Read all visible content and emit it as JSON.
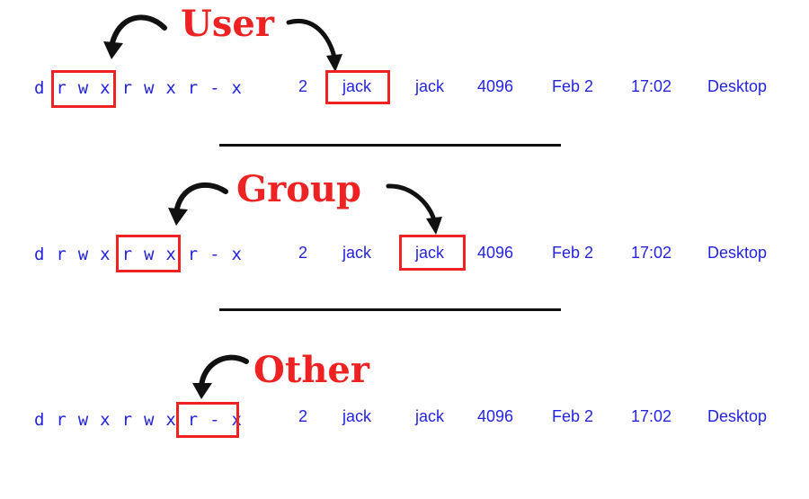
{
  "perm_chars": [
    "d",
    "r",
    "w",
    "x",
    "r",
    "w",
    "x",
    "r",
    "-",
    "x"
  ],
  "entry": {
    "links": "2",
    "owner": "jack",
    "group": "jack",
    "size": "4096",
    "month": "Feb 2",
    "time": "17:02",
    "name": "Desktop"
  },
  "labels": {
    "user": "User",
    "group": "Group",
    "other": "Other"
  },
  "colors": {
    "text": "#2424e0",
    "highlight": "#ee2222",
    "arrow": "#111111",
    "separator": "#111111"
  }
}
